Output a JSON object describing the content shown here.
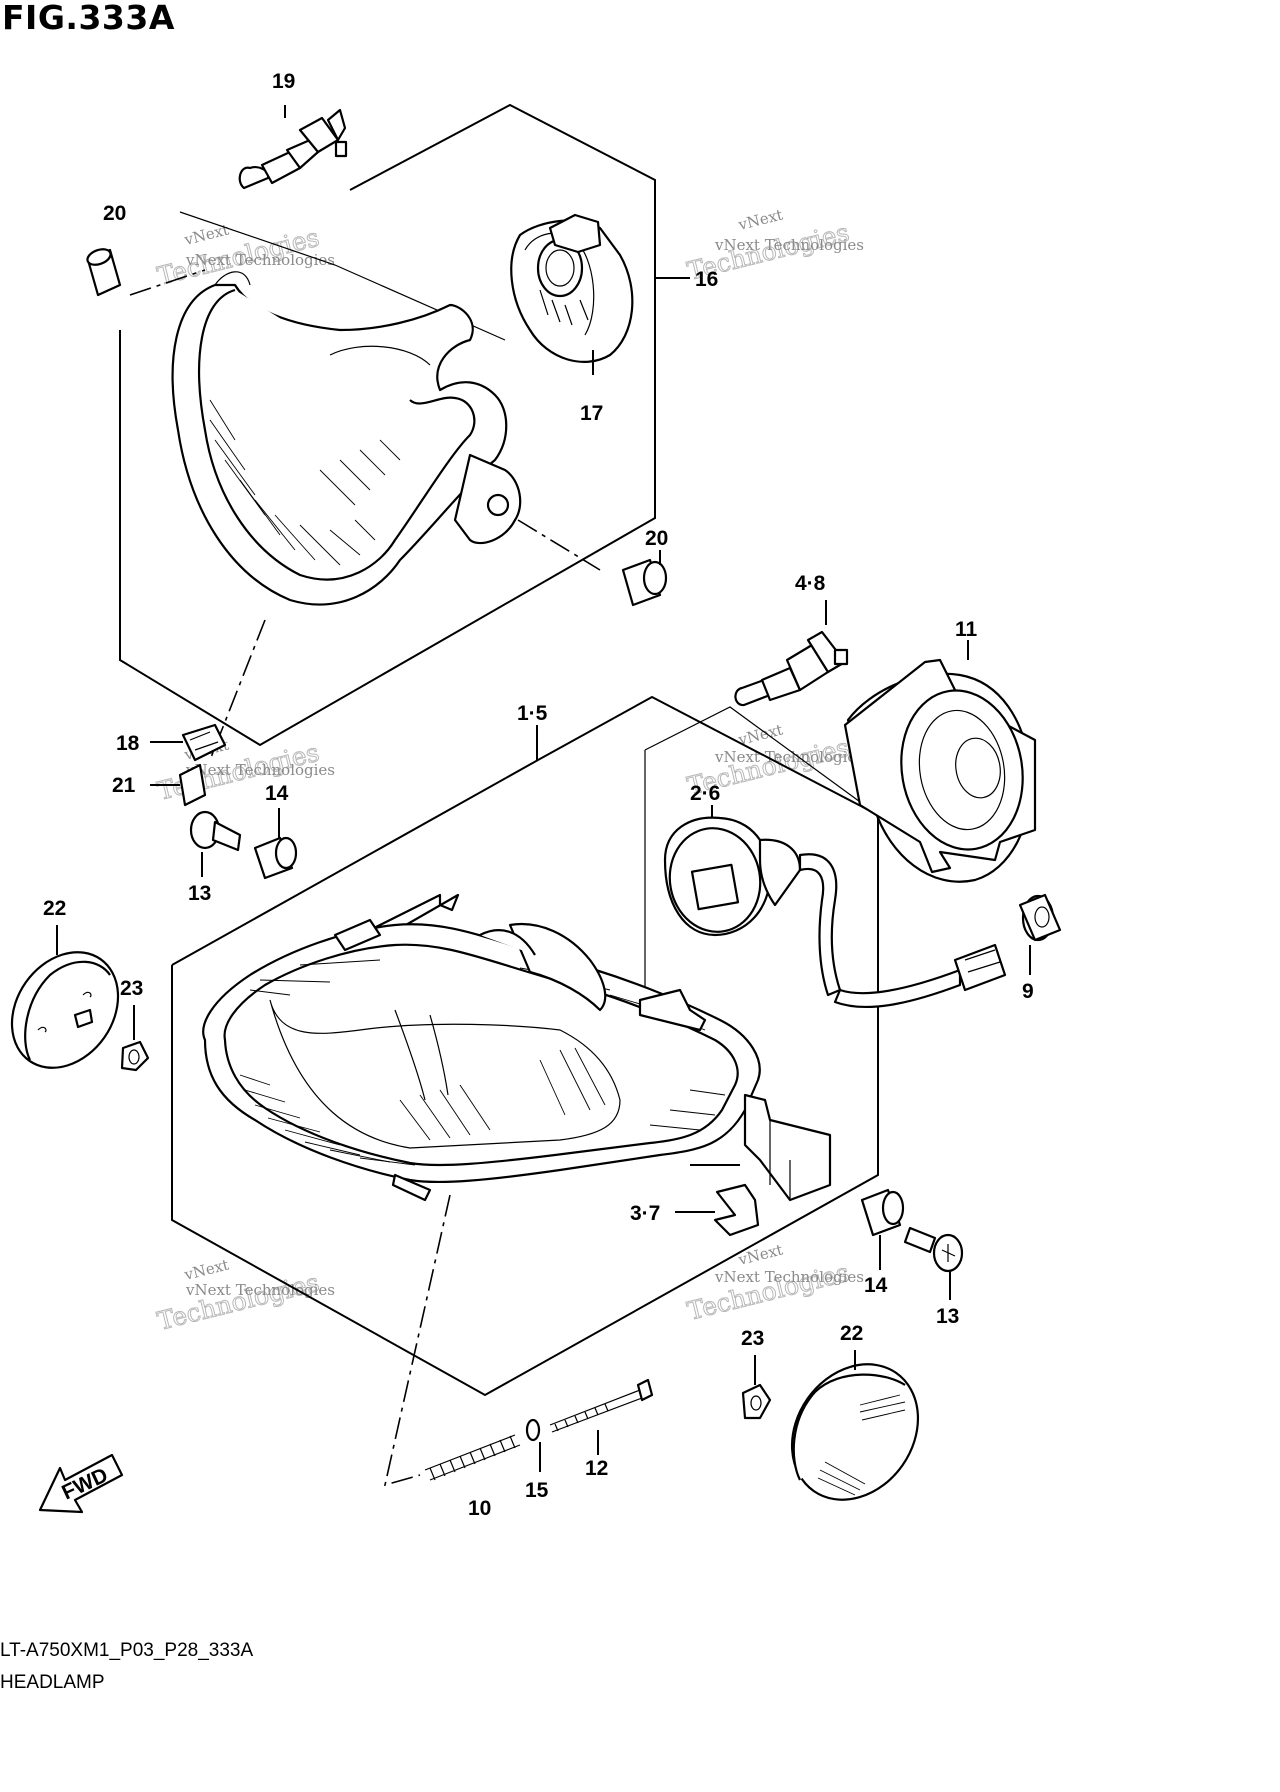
{
  "figure": {
    "title": "FIG.333A",
    "code": "LT-A750XM1_P03_P28_333A",
    "name": "HEADLAMP"
  },
  "watermark": {
    "line1": "vNext Technologies",
    "line2": "vNext",
    "line3": "Technologies"
  },
  "fwd_label": "FWD",
  "callouts": {
    "c19": "19",
    "c20a": "20",
    "c16": "16",
    "c17": "17",
    "c20b": "20",
    "c48": "4·8",
    "c11": "11",
    "c15t": "1·5",
    "c18": "18",
    "c21": "21",
    "c14a": "14",
    "c26": "2·6",
    "c13a": "13",
    "c22a": "22",
    "c23a": "23",
    "c9": "9",
    "c37": "3·7",
    "c14b": "14",
    "c13b": "13",
    "c23b": "23",
    "c22b": "22",
    "c12": "12",
    "c10": "10",
    "c15": "15"
  },
  "icons": [
    "fwd-arrow-icon"
  ]
}
